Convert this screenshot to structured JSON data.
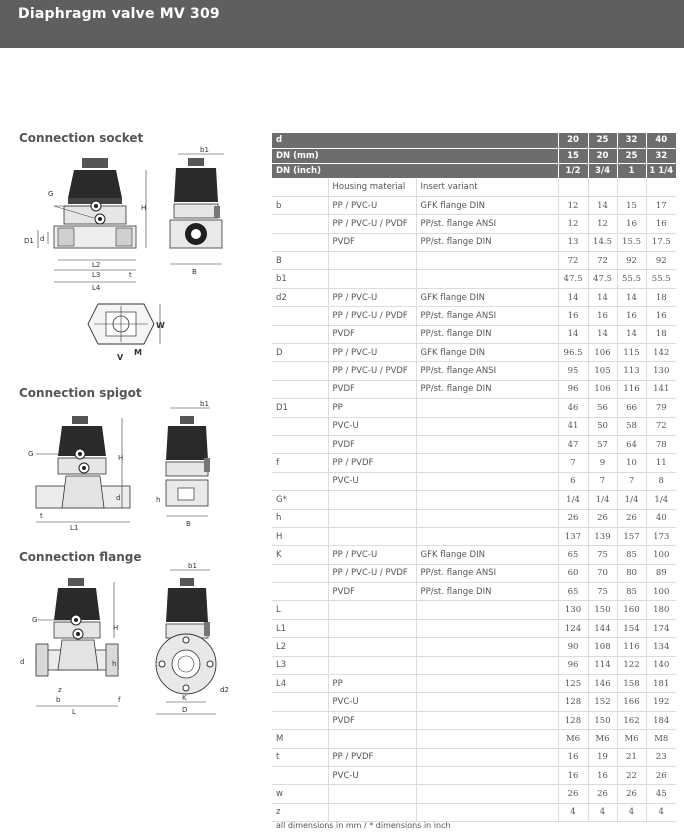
{
  "title": "Diaphragm valve MV 309",
  "sections": {
    "socket": "Connection socket",
    "spigot": "Connection spigot",
    "flange": "Connection flange"
  },
  "drawing_labels": {
    "b1": "b1",
    "G": "G",
    "H": "H",
    "D1": "D1",
    "d": "d",
    "L2": "L2",
    "L3": "L3",
    "L4": "L4",
    "t": "t",
    "B": "B",
    "W": "W",
    "M": "M",
    "V": "V",
    "L1": "L1",
    "h": "h",
    "L": "L",
    "z": "z",
    "b": "b",
    "f": "f",
    "K": "K",
    "D": "D",
    "d2": "d2"
  },
  "table": {
    "header_rows": [
      {
        "label": "d",
        "values": [
          "20",
          "25",
          "32",
          "40"
        ]
      },
      {
        "label": "DN (mm)",
        "values": [
          "15",
          "20",
          "25",
          "32"
        ]
      },
      {
        "label": "DN (inch)",
        "values": [
          "1/2",
          "3/4",
          "1",
          "1 1/4"
        ]
      }
    ],
    "subheader": {
      "material": "Housing material",
      "insert": "Insert variant"
    },
    "rows": [
      {
        "param": "b",
        "mat": "PP / PVC-U",
        "ins": "GFK flange DIN",
        "v": [
          "12",
          "14",
          "15",
          "17"
        ]
      },
      {
        "param": "",
        "mat": "PP / PVC-U / PVDF",
        "ins": "PP/st. flange ANSI",
        "v": [
          "12",
          "12",
          "16",
          "16"
        ]
      },
      {
        "param": "",
        "mat": "PVDF",
        "ins": "PP/st. flange DIN",
        "v": [
          "13",
          "14.5",
          "15.5",
          "17.5"
        ]
      },
      {
        "param": "B",
        "mat": "",
        "ins": "",
        "v": [
          "72",
          "72",
          "92",
          "92"
        ]
      },
      {
        "param": "b1",
        "mat": "",
        "ins": "",
        "v": [
          "47.5",
          "47.5",
          "55.5",
          "55.5"
        ]
      },
      {
        "param": "d2",
        "mat": "PP / PVC-U",
        "ins": "GFK flange DIN",
        "v": [
          "14",
          "14",
          "14",
          "18"
        ]
      },
      {
        "param": "",
        "mat": "PP / PVC-U / PVDF",
        "ins": "PP/st. flange ANSI",
        "v": [
          "16",
          "16",
          "16",
          "16"
        ]
      },
      {
        "param": "",
        "mat": "PVDF",
        "ins": "PP/st. flange DIN",
        "v": [
          "14",
          "14",
          "14",
          "18"
        ]
      },
      {
        "param": "D",
        "mat": "PP / PVC-U",
        "ins": "GFK flange DIN",
        "v": [
          "96.5",
          "106",
          "115",
          "142"
        ]
      },
      {
        "param": "",
        "mat": "PP / PVC-U / PVDF",
        "ins": "PP/st. flange ANSI",
        "v": [
          "95",
          "105",
          "113",
          "130"
        ]
      },
      {
        "param": "",
        "mat": "PVDF",
        "ins": "PP/st. flange DIN",
        "v": [
          "96",
          "106",
          "116",
          "141"
        ]
      },
      {
        "param": "D1",
        "mat": "PP",
        "ins": "",
        "v": [
          "46",
          "56",
          "66",
          "79"
        ]
      },
      {
        "param": "",
        "mat": "PVC-U",
        "ins": "",
        "v": [
          "41",
          "50",
          "58",
          "72"
        ]
      },
      {
        "param": "",
        "mat": "PVDF",
        "ins": "",
        "v": [
          "47",
          "57",
          "64",
          "78"
        ]
      },
      {
        "param": "f",
        "mat": "PP / PVDF",
        "ins": "",
        "v": [
          "7",
          "9",
          "10",
          "11"
        ]
      },
      {
        "param": "",
        "mat": "PVC-U",
        "ins": "",
        "v": [
          "6",
          "7",
          "7",
          "8"
        ]
      },
      {
        "param": "G*",
        "mat": "",
        "ins": "",
        "v": [
          "1/4",
          "1/4",
          "1/4",
          "1/4"
        ]
      },
      {
        "param": "h",
        "mat": "",
        "ins": "",
        "v": [
          "26",
          "26",
          "26",
          "40"
        ]
      },
      {
        "param": "H",
        "mat": "",
        "ins": "",
        "v": [
          "137",
          "139",
          "157",
          "173"
        ]
      },
      {
        "param": "K",
        "mat": "PP / PVC-U",
        "ins": "GFK flange DIN",
        "v": [
          "65",
          "75",
          "85",
          "100"
        ]
      },
      {
        "param": "",
        "mat": "PP / PVC-U / PVDF",
        "ins": "PP/st. flange ANSI",
        "v": [
          "60",
          "70",
          "80",
          "89"
        ]
      },
      {
        "param": "",
        "mat": "PVDF",
        "ins": "PP/st. flange DIN",
        "v": [
          "65",
          "75",
          "85",
          "100"
        ]
      },
      {
        "param": "L",
        "mat": "",
        "ins": "",
        "v": [
          "130",
          "150",
          "160",
          "180"
        ]
      },
      {
        "param": "L1",
        "mat": "",
        "ins": "",
        "v": [
          "124",
          "144",
          "154",
          "174"
        ]
      },
      {
        "param": "L2",
        "mat": "",
        "ins": "",
        "v": [
          "90",
          "108",
          "116",
          "134"
        ]
      },
      {
        "param": "L3",
        "mat": "",
        "ins": "",
        "v": [
          "96",
          "114",
          "122",
          "140"
        ]
      },
      {
        "param": "L4",
        "mat": "PP",
        "ins": "",
        "v": [
          "125",
          "146",
          "158",
          "181"
        ]
      },
      {
        "param": "",
        "mat": "PVC-U",
        "ins": "",
        "v": [
          "128",
          "152",
          "166",
          "192"
        ]
      },
      {
        "param": "",
        "mat": "PVDF",
        "ins": "",
        "v": [
          "128",
          "150",
          "162",
          "184"
        ]
      },
      {
        "param": "M",
        "mat": "",
        "ins": "",
        "v": [
          "M6",
          "M6",
          "M6",
          "M8"
        ]
      },
      {
        "param": "t",
        "mat": "PP / PVDF",
        "ins": "",
        "v": [
          "16",
          "19",
          "21",
          "23"
        ]
      },
      {
        "param": "",
        "mat": "PVC-U",
        "ins": "",
        "v": [
          "16",
          "16",
          "22",
          "26"
        ]
      },
      {
        "param": "w",
        "mat": "",
        "ins": "",
        "v": [
          "26",
          "26",
          "26",
          "45"
        ]
      },
      {
        "param": "z",
        "mat": "",
        "ins": "",
        "v": [
          "4",
          "4",
          "4",
          "4"
        ]
      }
    ]
  },
  "footnote": "all dimensions in mm / * dimensions in inch",
  "colors": {
    "header_bg": "#5f5f5f",
    "table_header_bg": "#6d6d6d",
    "body_gray": "#1e1e1e"
  }
}
